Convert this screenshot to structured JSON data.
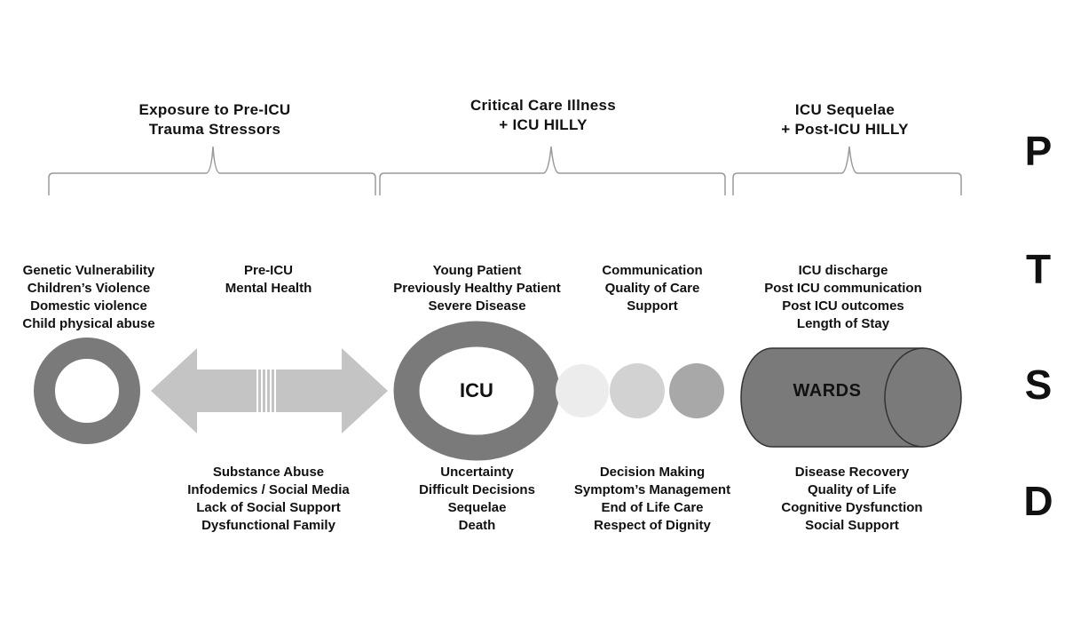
{
  "stages": [
    {
      "lines": [
        "Exposure to Pre-ICU",
        "Trauma Stressors"
      ]
    },
    {
      "lines": [
        "Critical Care Illness",
        "+ ICU HILLY"
      ]
    },
    {
      "lines": [
        "ICU Sequelae",
        "+ Post-ICU HILLY"
      ]
    }
  ],
  "top_groups": [
    {
      "lines": [
        "Genetic Vulnerability",
        "Children’s Violence",
        "Domestic violence",
        "Child physical abuse"
      ]
    },
    {
      "lines": [
        "Pre-ICU",
        "Mental Health"
      ]
    },
    {
      "lines": [
        "Young Patient",
        "Previously Healthy Patient",
        "Severe Disease"
      ]
    },
    {
      "lines": [
        "Communication",
        "Quality of Care",
        "Support"
      ]
    },
    {
      "lines": [
        "ICU discharge",
        "Post ICU communication",
        "Post ICU outcomes",
        "Length of Stay"
      ]
    }
  ],
  "bottom_groups": [
    {
      "lines": [
        "Substance Abuse",
        "Infodemics / Social Media",
        "Lack of Social Support",
        "Dysfunctional Family"
      ]
    },
    {
      "lines": [
        "Uncertainty",
        "Difficult Decisions",
        "Sequelae",
        "Death"
      ]
    },
    {
      "lines": [
        "Decision Making",
        "Symptom’s Management",
        "End of Life Care",
        "Respect of Dignity"
      ]
    },
    {
      "lines": [
        "Disease Recovery",
        "Quality of Life",
        "Cognitive Dysfunction",
        "Social Support"
      ]
    }
  ],
  "icu_label": "ICU",
  "wards_label": "WARDS",
  "ptsd_letters": [
    "P",
    "T",
    "S",
    "D"
  ],
  "colors": {
    "dark_gray": "#7a7a7a",
    "arrow_gray": "#c4c4c4",
    "circle_light": "#ececec",
    "circle_mid": "#d2d2d2",
    "circle_dark": "#a8a8a8",
    "bracket": "#9a9a9a"
  }
}
